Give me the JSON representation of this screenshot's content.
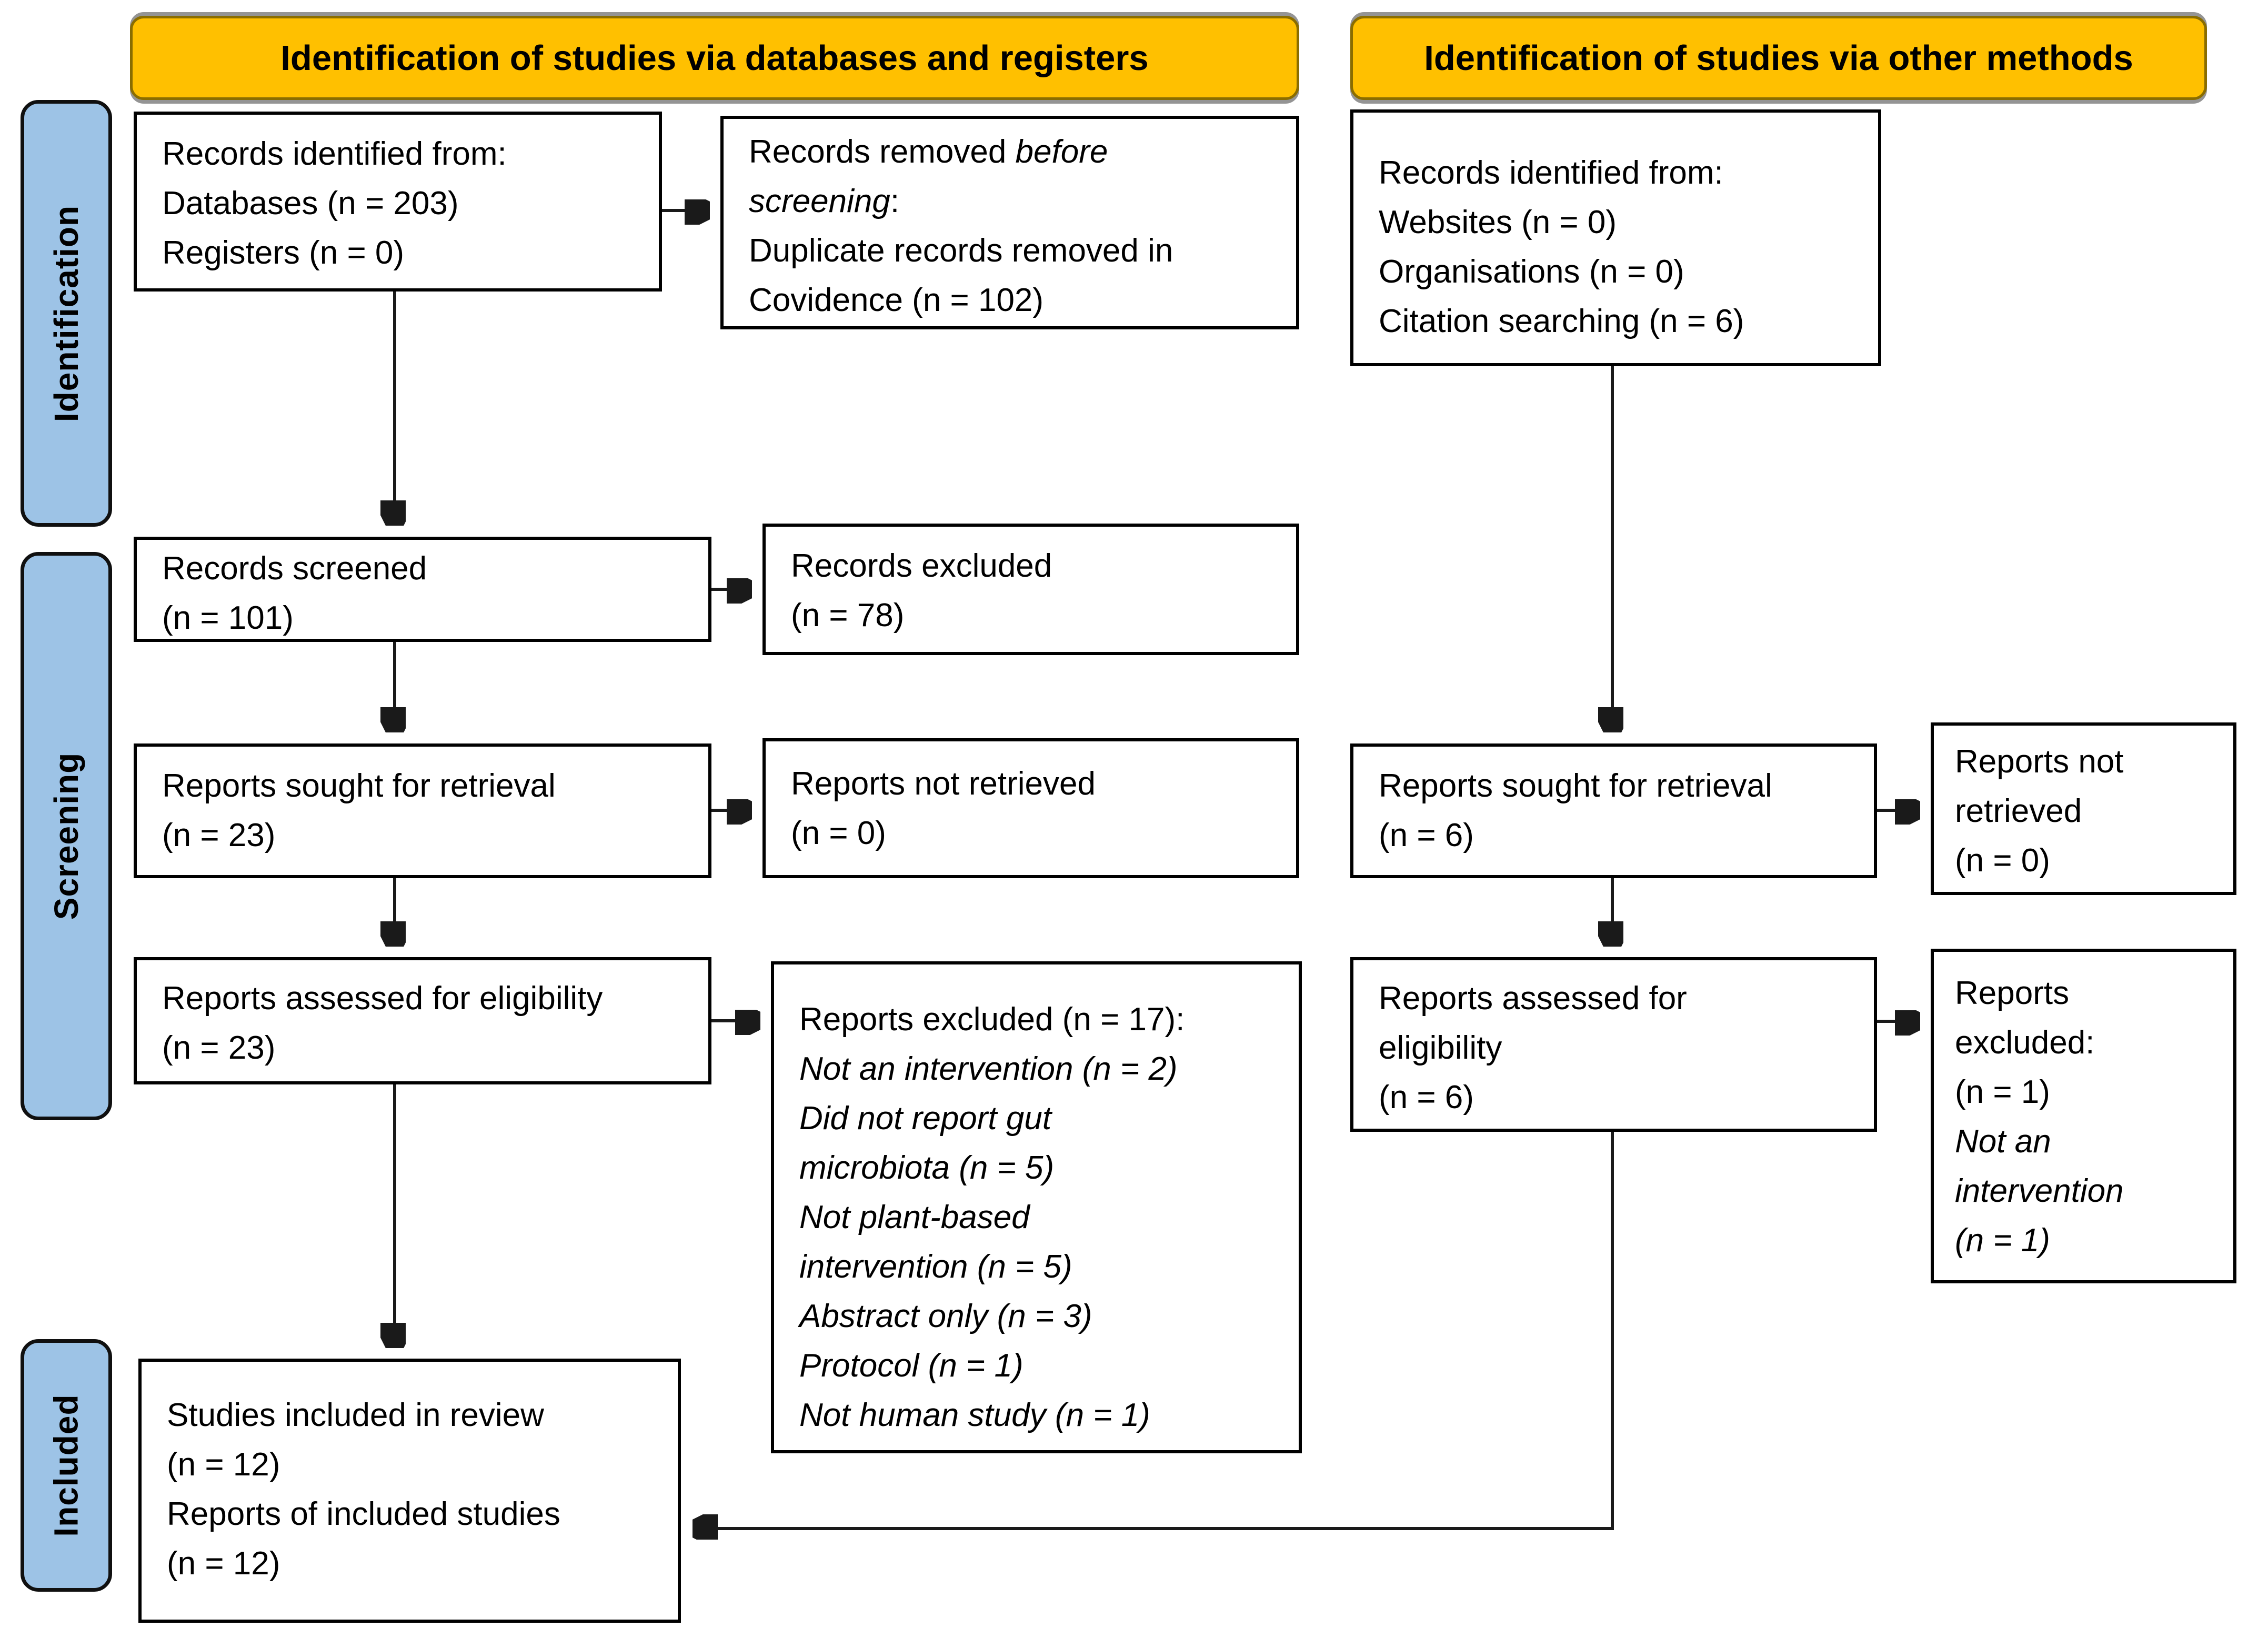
{
  "headers": {
    "databases": "Identification of studies via databases and registers",
    "other_methods": "Identification of studies via other methods"
  },
  "sidebar": {
    "identification": "Identification",
    "screening": "Screening",
    "included": "Included"
  },
  "boxes": {
    "records_identified_db": {
      "lines": [
        "Records identified from:",
        "Databases (n = 203)",
        "Registers (n = 0)"
      ]
    },
    "records_removed": {
      "lines": [
        [
          {
            "t": "Records removed "
          },
          {
            "t": "before",
            "i": true
          }
        ],
        [
          {
            "t": "screening",
            "i": true
          },
          {
            "t": ":"
          }
        ],
        "Duplicate records removed in",
        "Covidence (n = 102)"
      ]
    },
    "records_identified_other": {
      "lines": [
        "Records identified from:",
        "Websites (n = 0)",
        "Organisations (n = 0)",
        "Citation searching (n = 6)"
      ]
    },
    "records_screened": {
      "lines": [
        "Records screened",
        "(n = 101)"
      ]
    },
    "records_excluded": {
      "lines": [
        "Records excluded",
        "(n = 78)"
      ]
    },
    "reports_sought_db": {
      "lines": [
        "Reports sought for retrieval",
        "(n = 23)"
      ]
    },
    "reports_not_retrieved_db": {
      "lines": [
        "Reports not retrieved",
        "(n = 0)"
      ]
    },
    "reports_sought_other": {
      "lines": [
        "Reports sought for retrieval",
        "(n = 6)"
      ]
    },
    "reports_not_retrieved_other": {
      "lines": [
        "Reports not",
        "retrieved",
        "(n = 0)"
      ]
    },
    "reports_assessed_db": {
      "lines": [
        "Reports assessed for eligibility",
        "(n = 23)"
      ]
    },
    "reports_excluded_db": {
      "lines": [
        "Reports excluded (n = 17):",
        {
          "t": "Not an intervention (n = 2)",
          "i": true
        },
        {
          "t": "Did not report gut",
          "i": true
        },
        {
          "t": "microbiota (n = 5)",
          "i": true
        },
        {
          "t": "Not plant-based",
          "i": true
        },
        {
          "t": "intervention (n = 5)",
          "i": true
        },
        {
          "t": "Abstract only (n = 3)",
          "i": true
        },
        {
          "t": "Protocol (n = 1)",
          "i": true
        },
        {
          "t": "Not human study (n = 1)",
          "i": true
        }
      ]
    },
    "reports_assessed_other": {
      "lines": [
        "Reports assessed for",
        "eligibility",
        "(n = 6)"
      ]
    },
    "reports_excluded_other": {
      "lines": [
        "Reports",
        "excluded:",
        "(n = 1)",
        {
          "t": "Not an",
          "i": true
        },
        {
          "t": "intervention",
          "i": true
        },
        {
          "t": "(n = 1)",
          "i": true
        }
      ]
    },
    "studies_included": {
      "lines": [
        "Studies included in review",
        "(n = 12)",
        "Reports of included studies",
        "(n = 12)"
      ]
    }
  },
  "colors": {
    "header_bg": "#FFC000",
    "header_border": "#8a6d00",
    "sidebar_bg": "#9DC3E6",
    "border": "#000000",
    "text": "#000000"
  }
}
